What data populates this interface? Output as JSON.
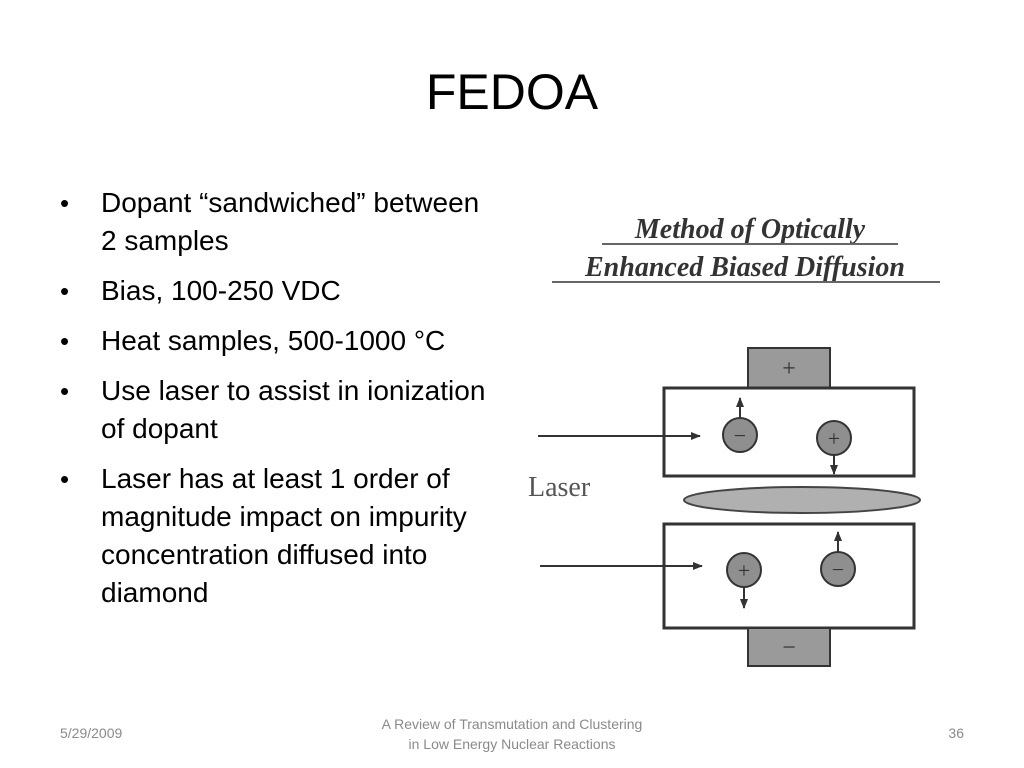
{
  "slide": {
    "title": "FEDOA",
    "bullets": [
      "Dopant “sandwiched” between 2 samples",
      "Bias, 100-250 VDC",
      "Heat samples, 500-1000 °C",
      "Use laser to assist in ionization of dopant",
      "Laser has at least 1 order of magnitude impact on impurity concentration diffused into diamond"
    ]
  },
  "figure": {
    "title_line1": "Method  of  Optically",
    "title_line2": "Enhanced Biased Diffusion",
    "laser_label": "Laser",
    "plus": "+",
    "minus": "−"
  },
  "footer": {
    "date": "5/29/2009",
    "center_line1": "A Review of Transmutation and Clustering",
    "center_line2": "in Low Energy Nuclear Reactions",
    "page": "36"
  },
  "colors": {
    "electrode": "#9a9a9a",
    "laser_beam": "#b0b0b0",
    "ion": "#8f8f8f",
    "stroke": "#333333"
  }
}
